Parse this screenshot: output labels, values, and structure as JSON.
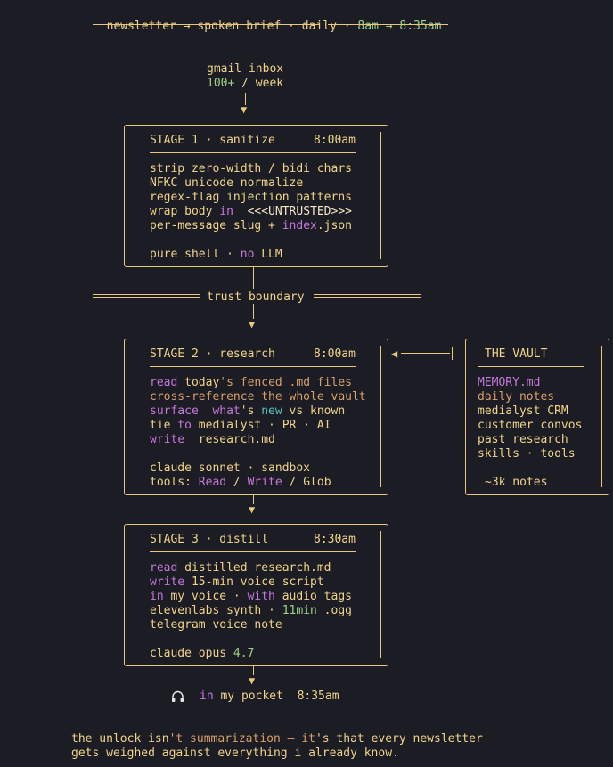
{
  "header": {
    "left": "newsletter → spoken brief · daily",
    "sep": " · ",
    "right": "8am → 8:35am"
  },
  "source": {
    "title": "gmail inbox",
    "volume_num": "100+",
    "volume_unit": " / week"
  },
  "stage1": {
    "title": "STAGE 1 · sanitize",
    "time": "8:00am",
    "l1": "strip zero-width / bidi chars",
    "l2": "NFKC unicode normalize",
    "l3": "regex-flag injection patterns",
    "l4a": "wrap body ",
    "l4b": "in",
    "l4c": "  <<<UNTRUSTED>>>",
    "l5a": "per-message slug + ",
    "l5b": "index",
    "l5c": ".json",
    "f1": "pure shell · ",
    "f2": "no",
    "f3": " LLM"
  },
  "boundary": {
    "label": "trust boundary"
  },
  "stage2": {
    "title": "STAGE 2 · research",
    "time": "8:00am",
    "l1a": "read",
    "l1b": " today",
    "l1c": "'s fenced .md files",
    "l2": "cross-reference the whole vault",
    "l3a": "surface  what",
    "l3b": "'s ",
    "l3c": "new",
    "l3d": " vs known",
    "l4a": "tie ",
    "l4b": "to",
    "l4c": " medialyst · PR · AI",
    "l5a": "write",
    "l5b": "  research.md",
    "f1": "claude sonnet · sandbox",
    "f2a": "tools: ",
    "f2b": "Read",
    "f2c": " / ",
    "f2d": "Write",
    "f2e": " / Glob"
  },
  "vault": {
    "title": "THE VAULT",
    "items": [
      "MEMORY.md",
      "daily notes",
      "medialyst CRM",
      "customer convos",
      "past research",
      "skills · tools"
    ],
    "count": "~3k notes"
  },
  "stage3": {
    "title": "STAGE 3 · distill",
    "time": "8:30am",
    "l1a": "read",
    "l1b": " distilled research.md",
    "l2a": "write",
    "l2b": " 15-min voice script",
    "l3a": "in",
    "l3b": " my voice · ",
    "l3c": "with",
    "l3d": " audio tags",
    "l4a": "elevenlabs synth · ",
    "l4b": "11min",
    "l4c": " .ogg",
    "l5": "telegram voice note",
    "f1": "claude opus ",
    "f2": "4.7"
  },
  "delivery": {
    "icon": "headphones",
    "a": "in",
    "b": " my pocket  ",
    "c": "8:35am"
  },
  "footer": {
    "l1a": "the unlock isn",
    "l1b": "'t summarization — it",
    "l1c": "'s that every newsletter",
    "l2": "gets weighed against everything i already know."
  }
}
